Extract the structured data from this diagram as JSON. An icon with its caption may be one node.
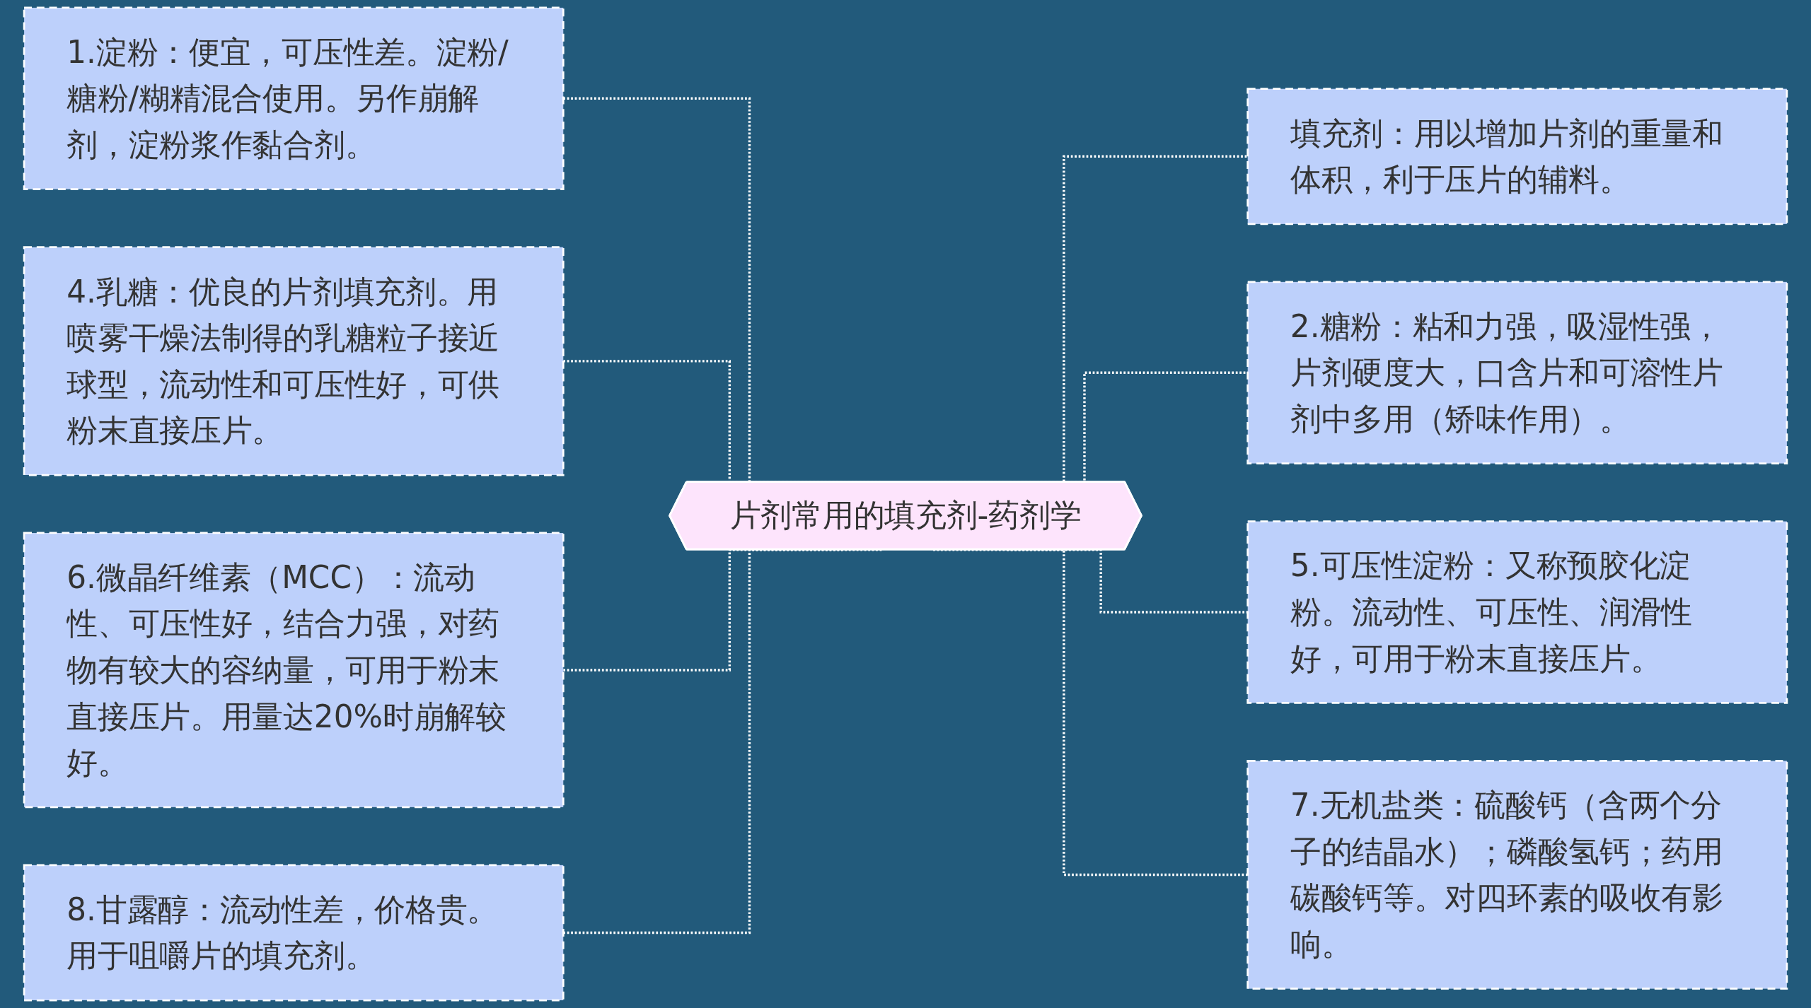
{
  "diagram": {
    "nodes": [
      {
        "text": [
          "片剂常用的填充剂-药剂学"
        ]
      },
      {
        "text": [
          "1.淀粉：便宜，可压性差。淀粉/糖粉/糊精混合使用。另作崩解剂，淀粉浆作黏合剂。"
        ]
      },
      {
        "text": [
          "4.乳糖：优良的片剂填充剂。用喷雾干燥法制得的乳糖粒子接近球型，流动性和可压性好，可供粉末直接压片。"
        ]
      },
      {
        "text": [
          "6.微晶纤维素（MCC）：流动性、可压性好，结合力强，对药物有较大的容纳量，可用于粉末直接压片。用量达20%时崩解较好。"
        ]
      },
      {
        "text": [
          "8.甘露醇：流动性差，价格贵。用于咀嚼片的填充剂。"
        ]
      },
      {
        "text": [
          "填充剂：用以增加片剂的重量和体积，利于压片的辅料。"
        ]
      },
      {
        "text": [
          "2.糖粉：粘和力强，吸湿性强，片剂硬度大，口含片和可溶性片剂中多用（矫味作用）。"
        ]
      },
      {
        "text": [
          "5.可压性淀粉：又称预胶化淀粉。流动性、可压性、润滑性好，可用于粉末直接压片。"
        ]
      },
      {
        "text": [
          "7.无机盐类：硫酸钙（含两个分子的结晶水）；磷酸氢钙；药用碳酸钙等。对四环素的吸收有影响。"
        ]
      }
    ],
    "edges": [
      {
        "from": 1,
        "to": 0,
        "arrow": "none",
        "style": "dashed"
      },
      {
        "from": 2,
        "to": 0,
        "arrow": "none",
        "style": "dashed"
      },
      {
        "from": 3,
        "to": 0,
        "arrow": "none",
        "style": "dashed"
      },
      {
        "from": 4,
        "to": 0,
        "arrow": "none",
        "style": "dashed"
      },
      {
        "from": 0,
        "to": 5,
        "arrow": "none",
        "style": "dashed"
      },
      {
        "from": 0,
        "to": 6,
        "arrow": "none",
        "style": "dashed"
      },
      {
        "from": 0,
        "to": 7,
        "arrow": "none",
        "style": "dashed"
      },
      {
        "from": 0,
        "to": 8,
        "arrow": "none",
        "style": "dashed"
      }
    ]
  }
}
